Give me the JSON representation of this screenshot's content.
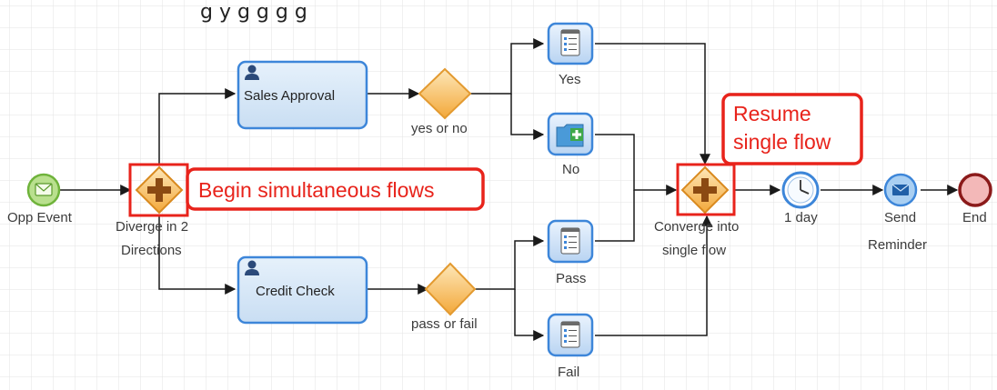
{
  "header": {
    "clipped_text": "g            y                                    g  g                  g  g"
  },
  "colors": {
    "flow_line": "#1a1a1a",
    "callout": "#e8231b",
    "task_fill": "#d6e8f7",
    "task_stroke": "#3d86d9",
    "gateway_fill": "#f5a623"
  },
  "diagram": {
    "start_event": {
      "label": "Opp Event",
      "icon": "envelope-icon"
    },
    "diverge_gateway": {
      "label_line1": "Diverge in 2",
      "label_line2": "Directions",
      "icon": "plus-icon"
    },
    "callout_begin": {
      "text": "Begin simultaneous flows"
    },
    "task_sales": {
      "label": "Sales Approval",
      "icon": "user-icon"
    },
    "task_credit": {
      "label": "Credit Check",
      "icon": "user-icon"
    },
    "decision_yes_no": {
      "label": "yes or no"
    },
    "decision_pass_fail": {
      "label": "pass or fail"
    },
    "action_yes": {
      "label": "Yes",
      "icon": "form-icon"
    },
    "action_no": {
      "label": "No",
      "icon": "folder-add-icon"
    },
    "action_pass": {
      "label": "Pass",
      "icon": "form-icon"
    },
    "action_fail": {
      "label": "Fail",
      "icon": "form-icon"
    },
    "converge_gateway": {
      "label_line1": "Converge into",
      "label_line2": "single flow",
      "icon": "plus-icon"
    },
    "callout_resume": {
      "line1": "Resume",
      "line2": "single flow"
    },
    "timer_event": {
      "label": "1 day",
      "icon": "clock-icon"
    },
    "send_event": {
      "label_line1": "Send",
      "label_line2": "Reminder",
      "icon": "envelope-icon"
    },
    "end_event": {
      "label": "End"
    }
  }
}
